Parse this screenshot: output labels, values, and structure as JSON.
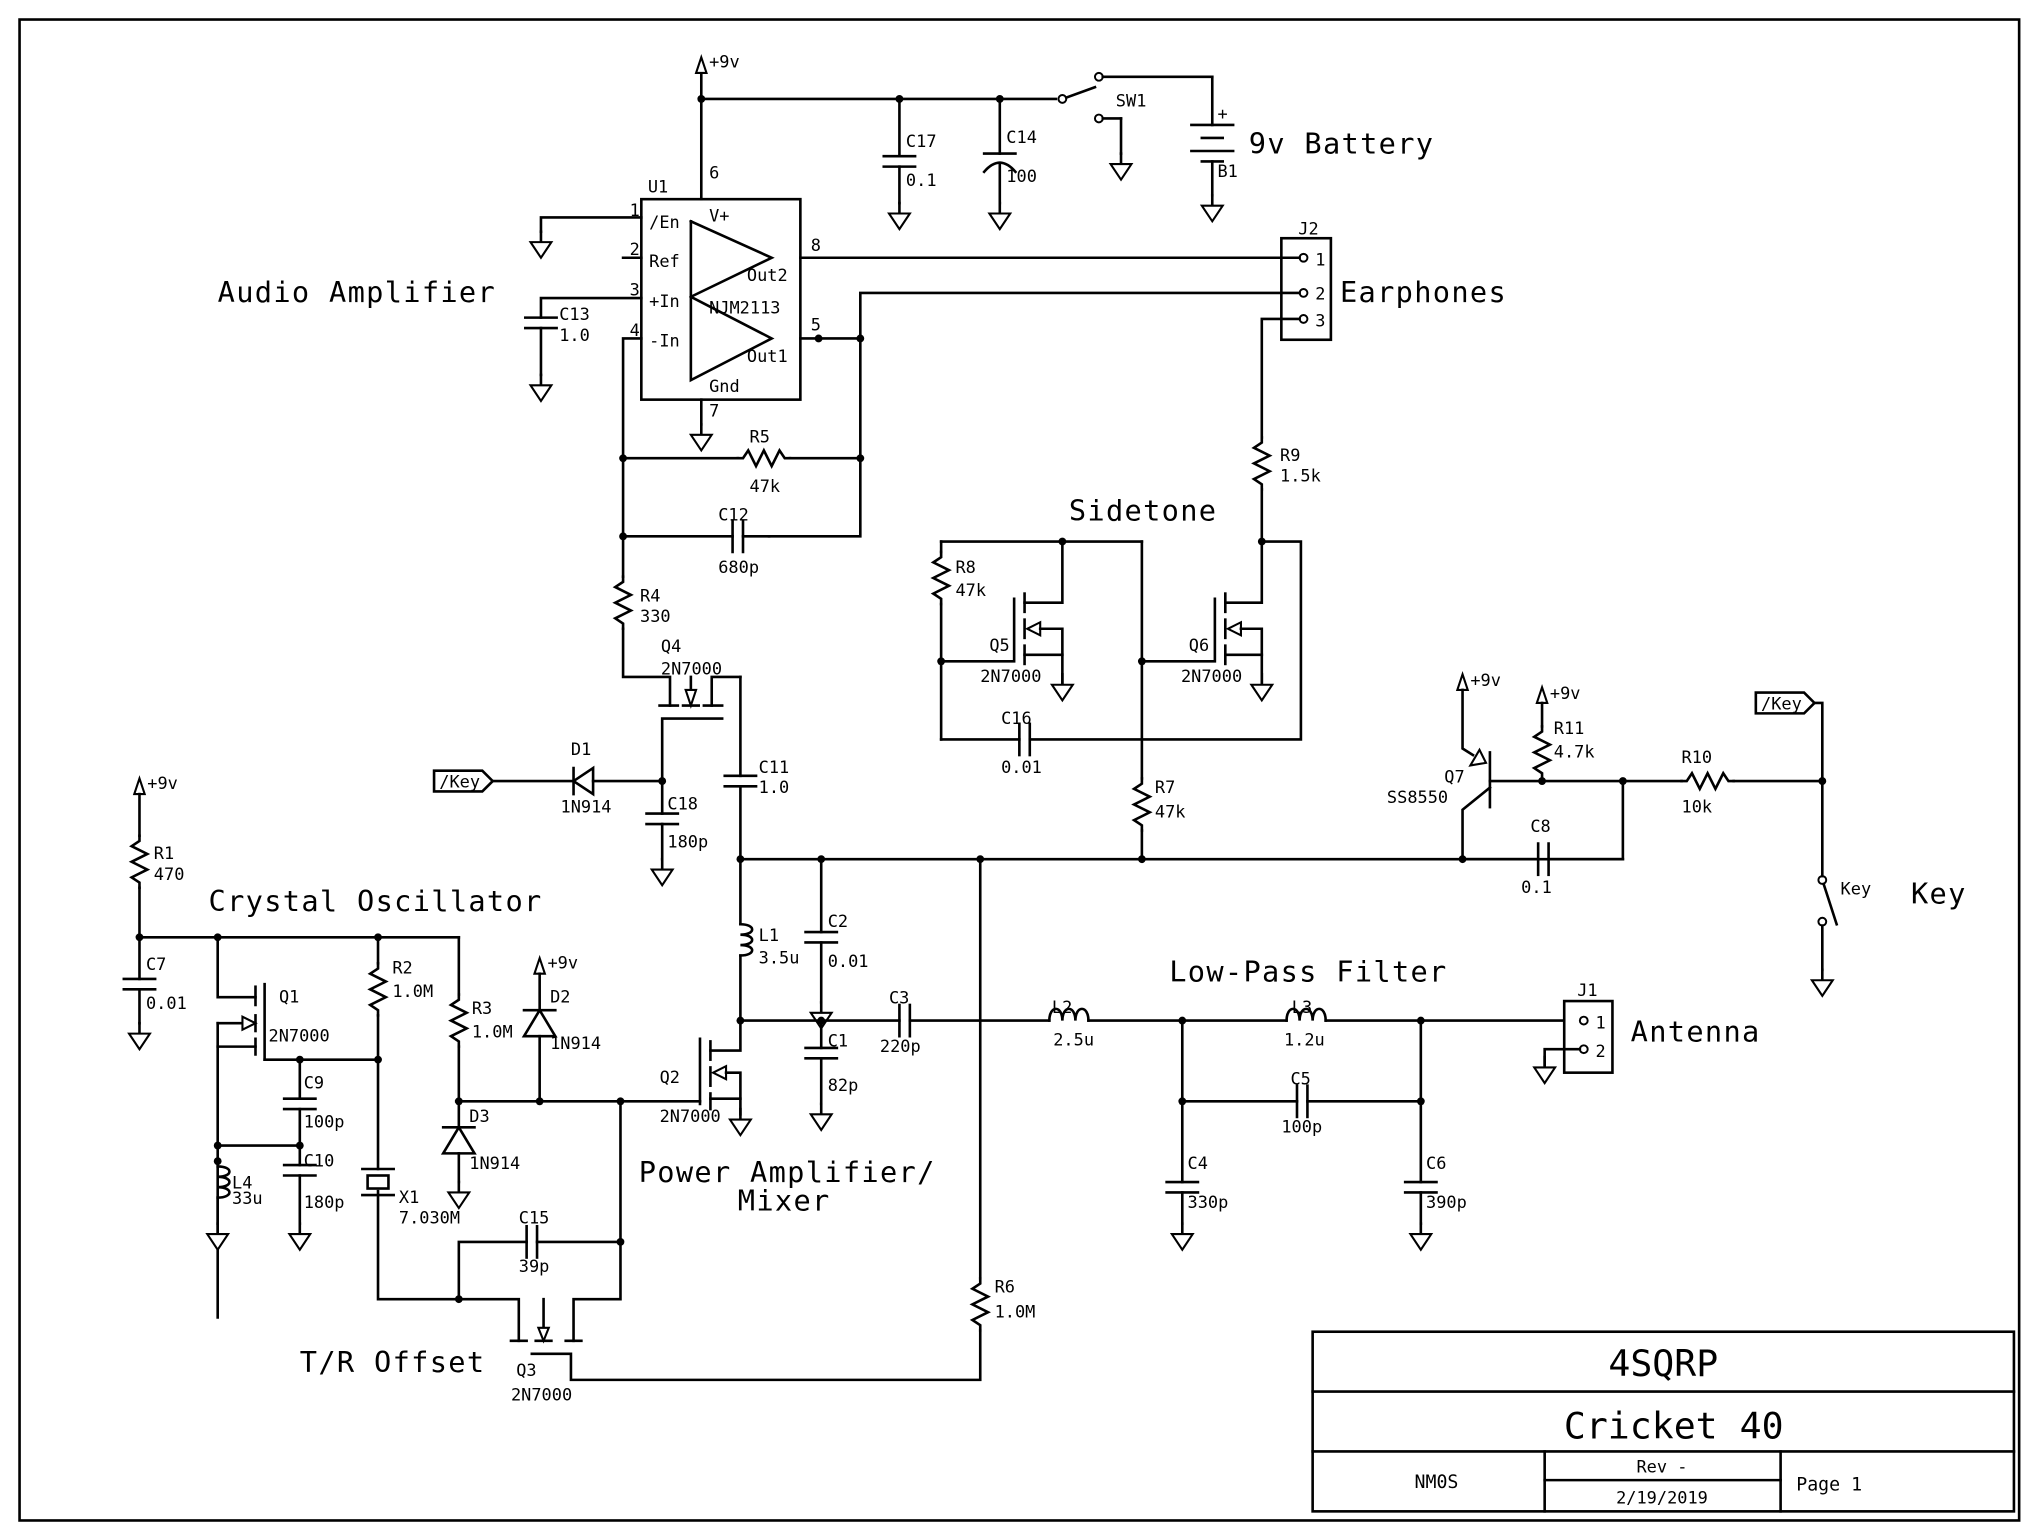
{
  "sections": {
    "audio_amplifier": "Audio Amplifier",
    "earphones": "Earphones",
    "battery": "9v Battery",
    "sidetone": "Sidetone",
    "crystal_oscillator": "Crystal Oscillator",
    "power_amplifier_line1": "Power Amplifier/",
    "power_amplifier_line2": "Mixer",
    "low_pass_filter": "Low-Pass Filter",
    "antenna": "Antenna",
    "key": "Key",
    "tr_offset": "T/R Offset"
  },
  "power": {
    "vcc": "+9v"
  },
  "net_labels": {
    "key_bar": "/Key"
  },
  "u1": {
    "ref": "U1",
    "part": "NJM2113",
    "pins": {
      "p1": "1",
      "p2": "2",
      "p3": "3",
      "p4": "4",
      "p5": "5",
      "p6": "6",
      "p7": "7",
      "p8": "8"
    },
    "pin_names": {
      "en": "/En",
      "ref": "Ref",
      "inp": "+In",
      "inn": "-In",
      "vplus": "V+",
      "gnd": "Gnd",
      "out1": "Out1",
      "out2": "Out2"
    }
  },
  "components": {
    "C1": {
      "ref": "C1",
      "value": "82p"
    },
    "C2": {
      "ref": "C2",
      "value": "0.01"
    },
    "C3": {
      "ref": "C3",
      "value": "220p"
    },
    "C4": {
      "ref": "C4",
      "value": "330p"
    },
    "C5": {
      "ref": "C5",
      "value": "100p"
    },
    "C6": {
      "ref": "C6",
      "value": "390p"
    },
    "C7": {
      "ref": "C7",
      "value": "0.01"
    },
    "C8": {
      "ref": "C8",
      "value": "0.1"
    },
    "C9": {
      "ref": "C9",
      "value": "100p"
    },
    "C10": {
      "ref": "C10",
      "value": "180p"
    },
    "C11": {
      "ref": "C11",
      "value": "1.0"
    },
    "C12": {
      "ref": "C12",
      "value": "680p"
    },
    "C13": {
      "ref": "C13",
      "value": "1.0"
    },
    "C14": {
      "ref": "C14",
      "value": "100"
    },
    "C15": {
      "ref": "C15",
      "value": "39p"
    },
    "C16": {
      "ref": "C16",
      "value": "0.01"
    },
    "C17": {
      "ref": "C17",
      "value": "0.1"
    },
    "C18": {
      "ref": "C18",
      "value": "180p"
    },
    "R1": {
      "ref": "R1",
      "value": "470"
    },
    "R2": {
      "ref": "R2",
      "value": "1.0M"
    },
    "R3": {
      "ref": "R3",
      "value": "1.0M"
    },
    "R4": {
      "ref": "R4",
      "value": "330"
    },
    "R5": {
      "ref": "R5",
      "value": "47k"
    },
    "R6": {
      "ref": "R6",
      "value": "1.0M"
    },
    "R7": {
      "ref": "R7",
      "value": "47k"
    },
    "R8": {
      "ref": "R8",
      "value": "47k"
    },
    "R9": {
      "ref": "R9",
      "value": "1.5k"
    },
    "R10": {
      "ref": "R10",
      "value": "10k"
    },
    "R11": {
      "ref": "R11",
      "value": "4.7k"
    },
    "L1": {
      "ref": "L1",
      "value": "3.5u"
    },
    "L2": {
      "ref": "L2",
      "value": "2.5u"
    },
    "L3": {
      "ref": "L3",
      "value": "1.2u"
    },
    "L4": {
      "ref": "L4",
      "value": "33u"
    },
    "D1": {
      "ref": "D1",
      "value": "1N914"
    },
    "D2": {
      "ref": "D2",
      "value": "1N914"
    },
    "D3": {
      "ref": "D3",
      "value": "1N914"
    },
    "Q1": {
      "ref": "Q1",
      "value": "2N7000"
    },
    "Q2": {
      "ref": "Q2",
      "value": "2N7000"
    },
    "Q3": {
      "ref": "Q3",
      "value": "2N7000"
    },
    "Q4": {
      "ref": "Q4",
      "value": "2N7000"
    },
    "Q5": {
      "ref": "Q5",
      "value": "2N7000"
    },
    "Q6": {
      "ref": "Q6",
      "value": "2N7000"
    },
    "Q7": {
      "ref": "Q7",
      "value": "SS8550"
    },
    "X1": {
      "ref": "X1",
      "value": "7.030M"
    },
    "SW1": {
      "ref": "SW1"
    },
    "B1": {
      "ref": "B1",
      "polarity": "+"
    },
    "KEY": {
      "ref": "Key"
    },
    "J1": {
      "ref": "J1",
      "pins": [
        "1",
        "2"
      ]
    },
    "J2": {
      "ref": "J2",
      "pins": [
        "1",
        "2",
        "3"
      ]
    }
  },
  "title_block": {
    "organization": "4SQRP",
    "title": "Cricket 40",
    "author": "NM0S",
    "rev": "Rev -",
    "date": "2/19/2019",
    "page": "Page 1"
  }
}
